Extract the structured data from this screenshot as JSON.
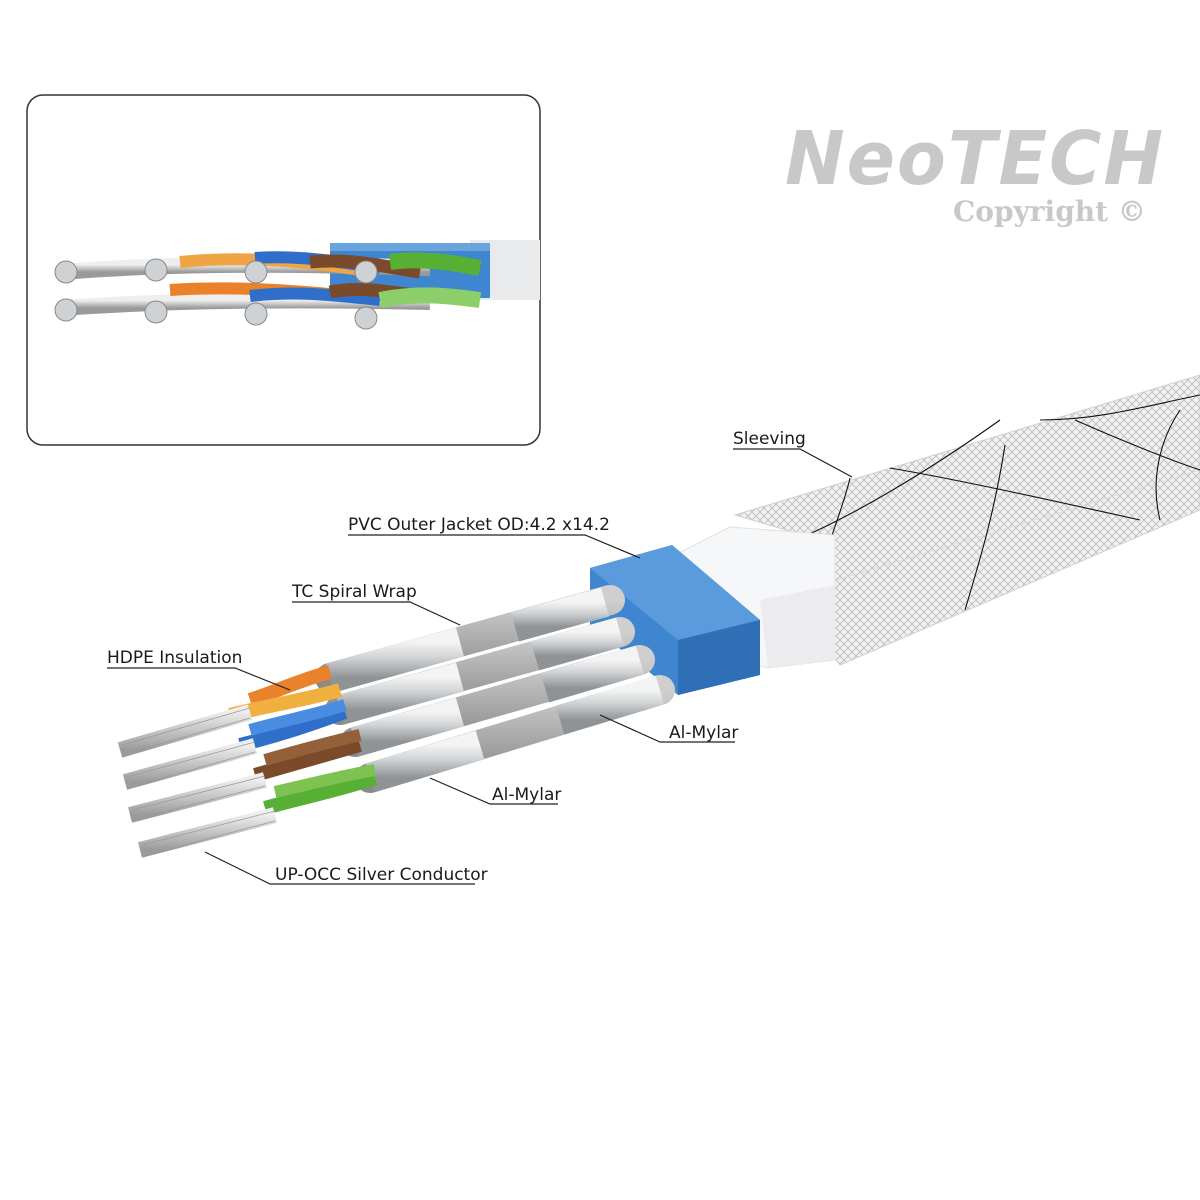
{
  "brand": {
    "logo_text": "NeoTECH",
    "copyright": "Copyright ©"
  },
  "labels": {
    "sleeving": "Sleeving",
    "pvc_jacket": "PVC Outer Jacket OD:4.2 x14.2",
    "tc_spiral": "TC Spiral Wrap",
    "hdpe": "HDPE Insulation",
    "al_mylar_pair": "Al-Mylar",
    "al_mylar_overall": "Al-Mylar",
    "conductor": "UP-OCC Silver Conductor"
  },
  "colors": {
    "jacket_blue": "#3e86cf",
    "pair_orange": "#e9822a",
    "pair_blue": "#2f6fc9",
    "pair_brown": "#7a4a2a",
    "pair_green": "#57b033",
    "foil_silver": "#c9ccd0"
  }
}
